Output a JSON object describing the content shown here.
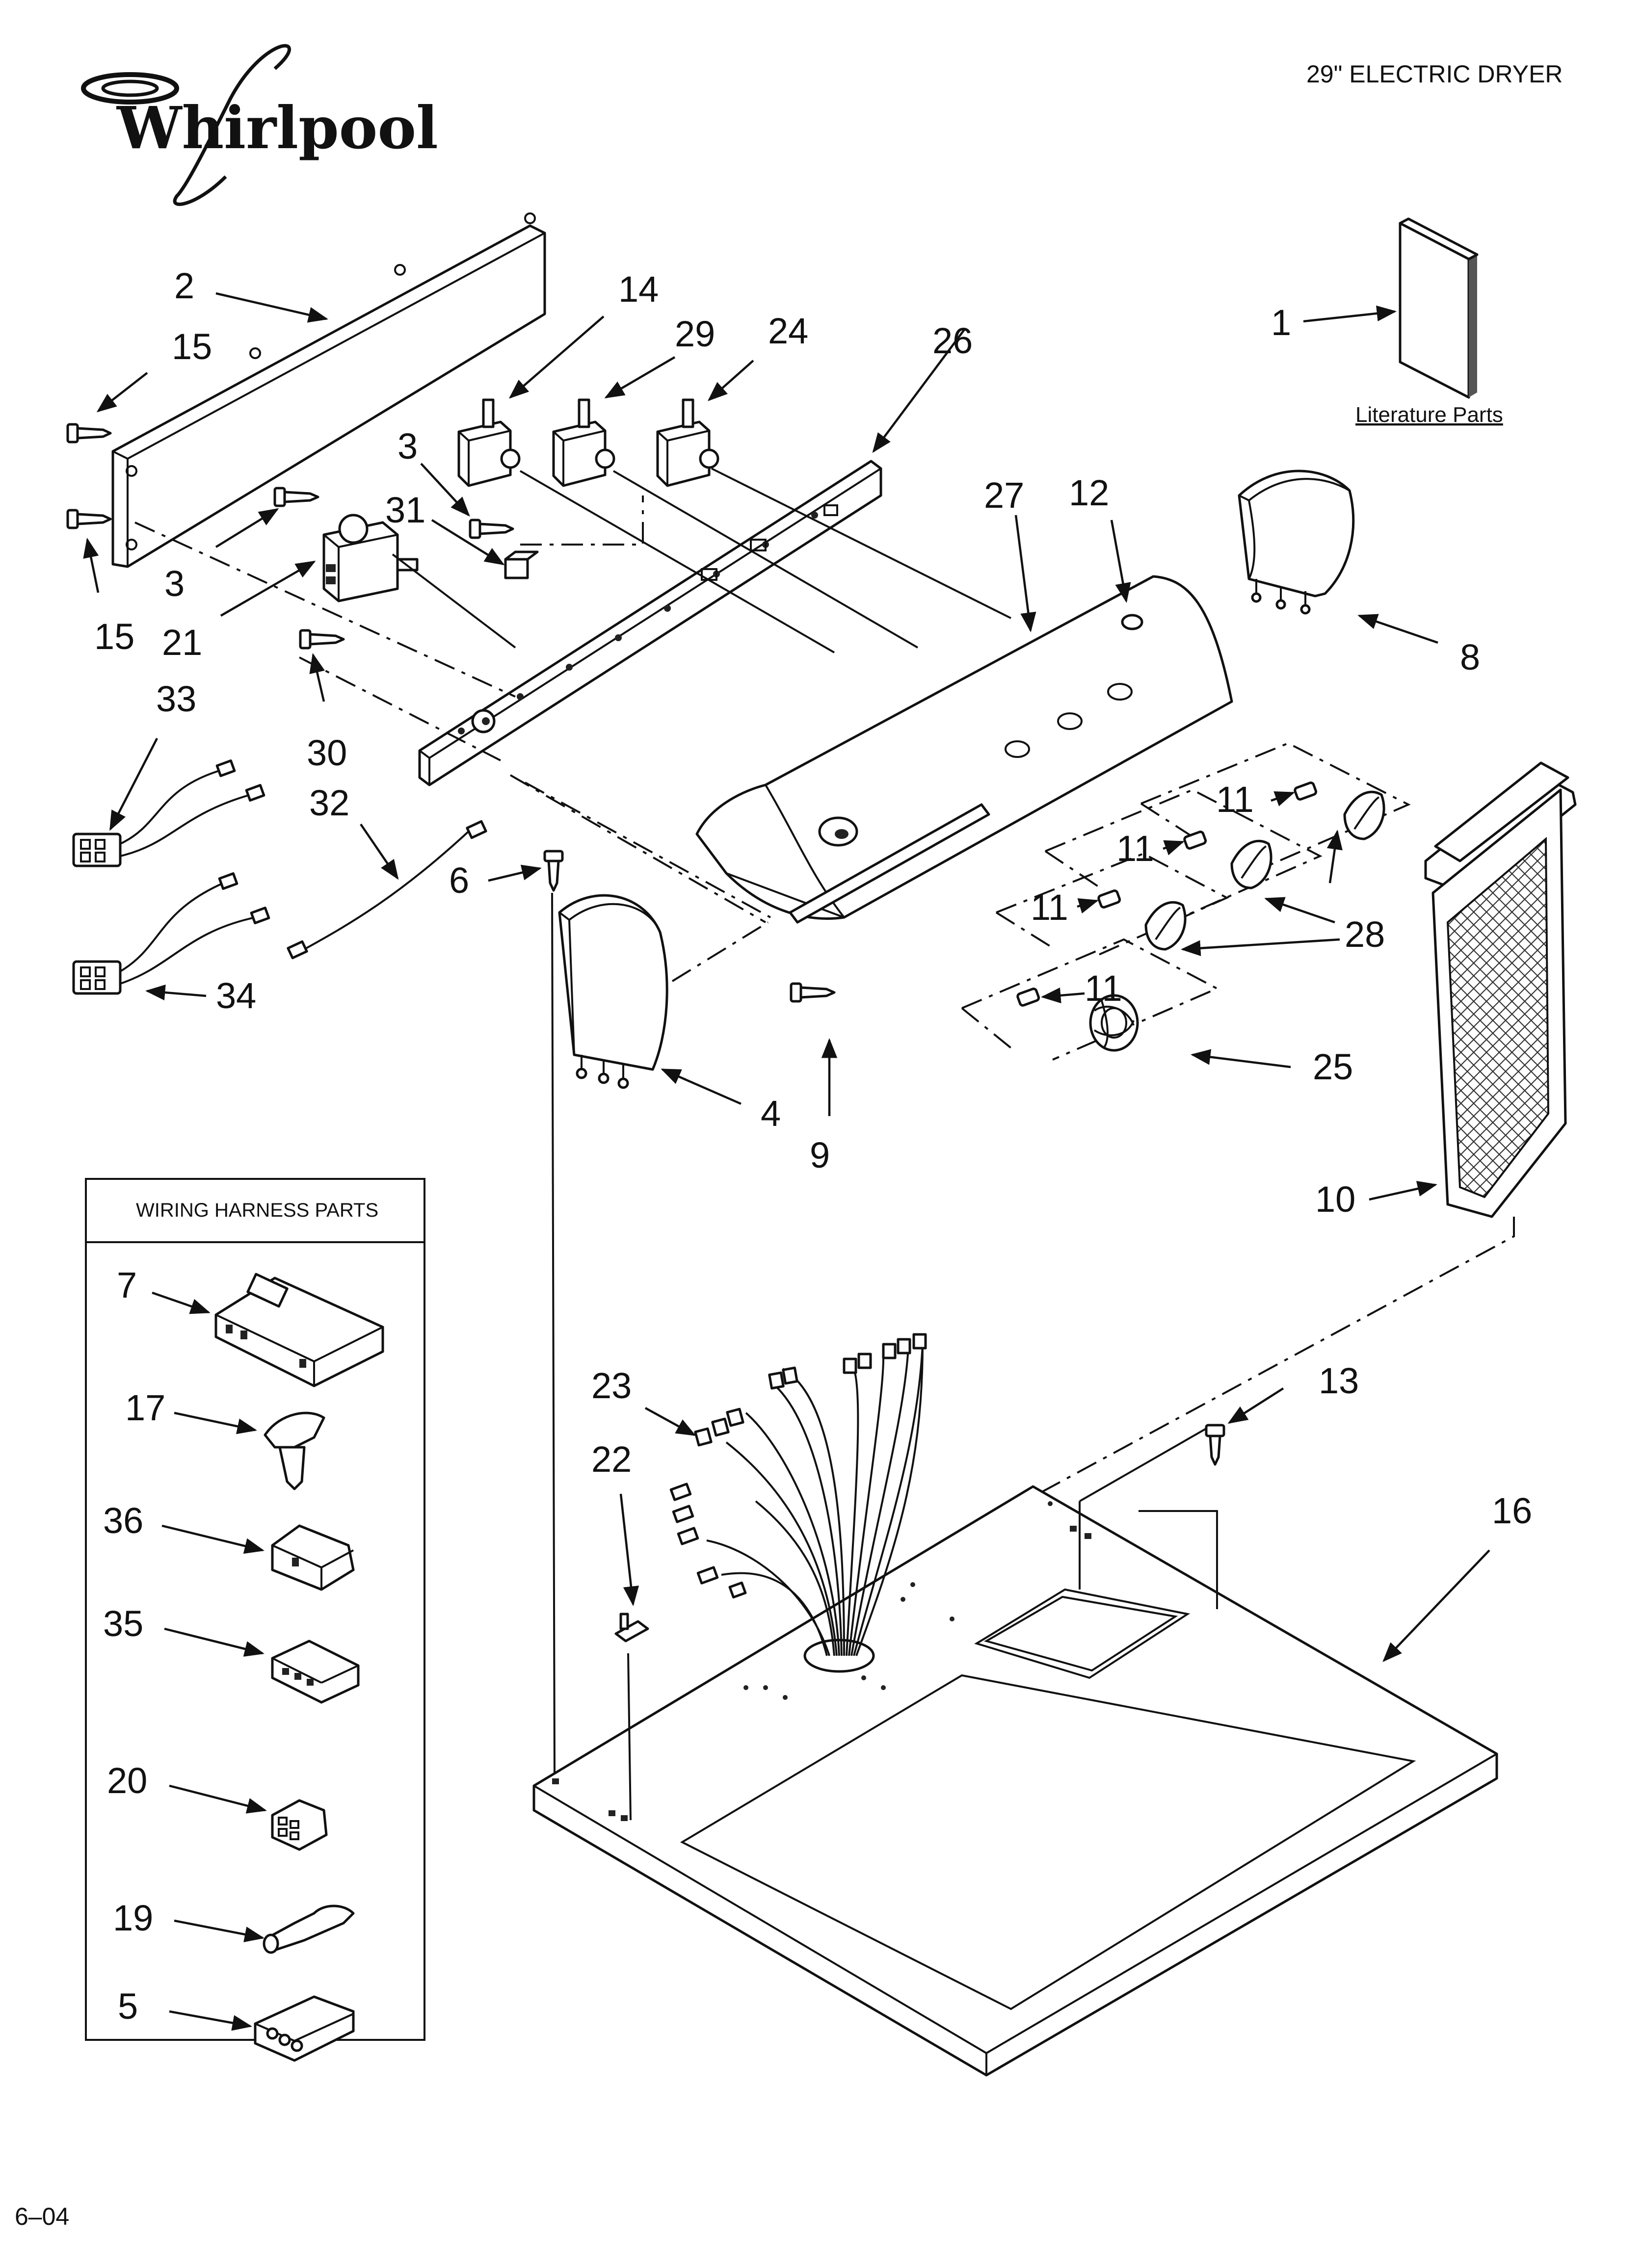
{
  "header": {
    "brand": "Whirlpool",
    "product_title": "29\" ELECTRIC DRYER",
    "page_code": "6–04"
  },
  "literature": {
    "label": "Literature Parts"
  },
  "wiring_box": {
    "title": "WIRING HARNESS PARTS"
  },
  "callouts": {
    "c1": "1",
    "c2": "2",
    "c3a": "3",
    "c3b": "3",
    "c4": "4",
    "c5": "5",
    "c6": "6",
    "c7": "7",
    "c8": "8",
    "c9": "9",
    "c10": "10",
    "c11a": "11",
    "c11b": "11",
    "c11c": "11",
    "c11d": "11",
    "c12": "12",
    "c13": "13",
    "c14": "14",
    "c15a": "15",
    "c15b": "15",
    "c16": "16",
    "c17": "17",
    "c19": "19",
    "c20": "20",
    "c21": "21",
    "c22": "22",
    "c23": "23",
    "c24": "24",
    "c25": "25",
    "c26": "26",
    "c27": "27",
    "c28": "28",
    "c29": "29",
    "c30": "30",
    "c31": "31",
    "c32": "32",
    "c33": "33",
    "c34": "34",
    "c35": "35",
    "c36": "36"
  }
}
